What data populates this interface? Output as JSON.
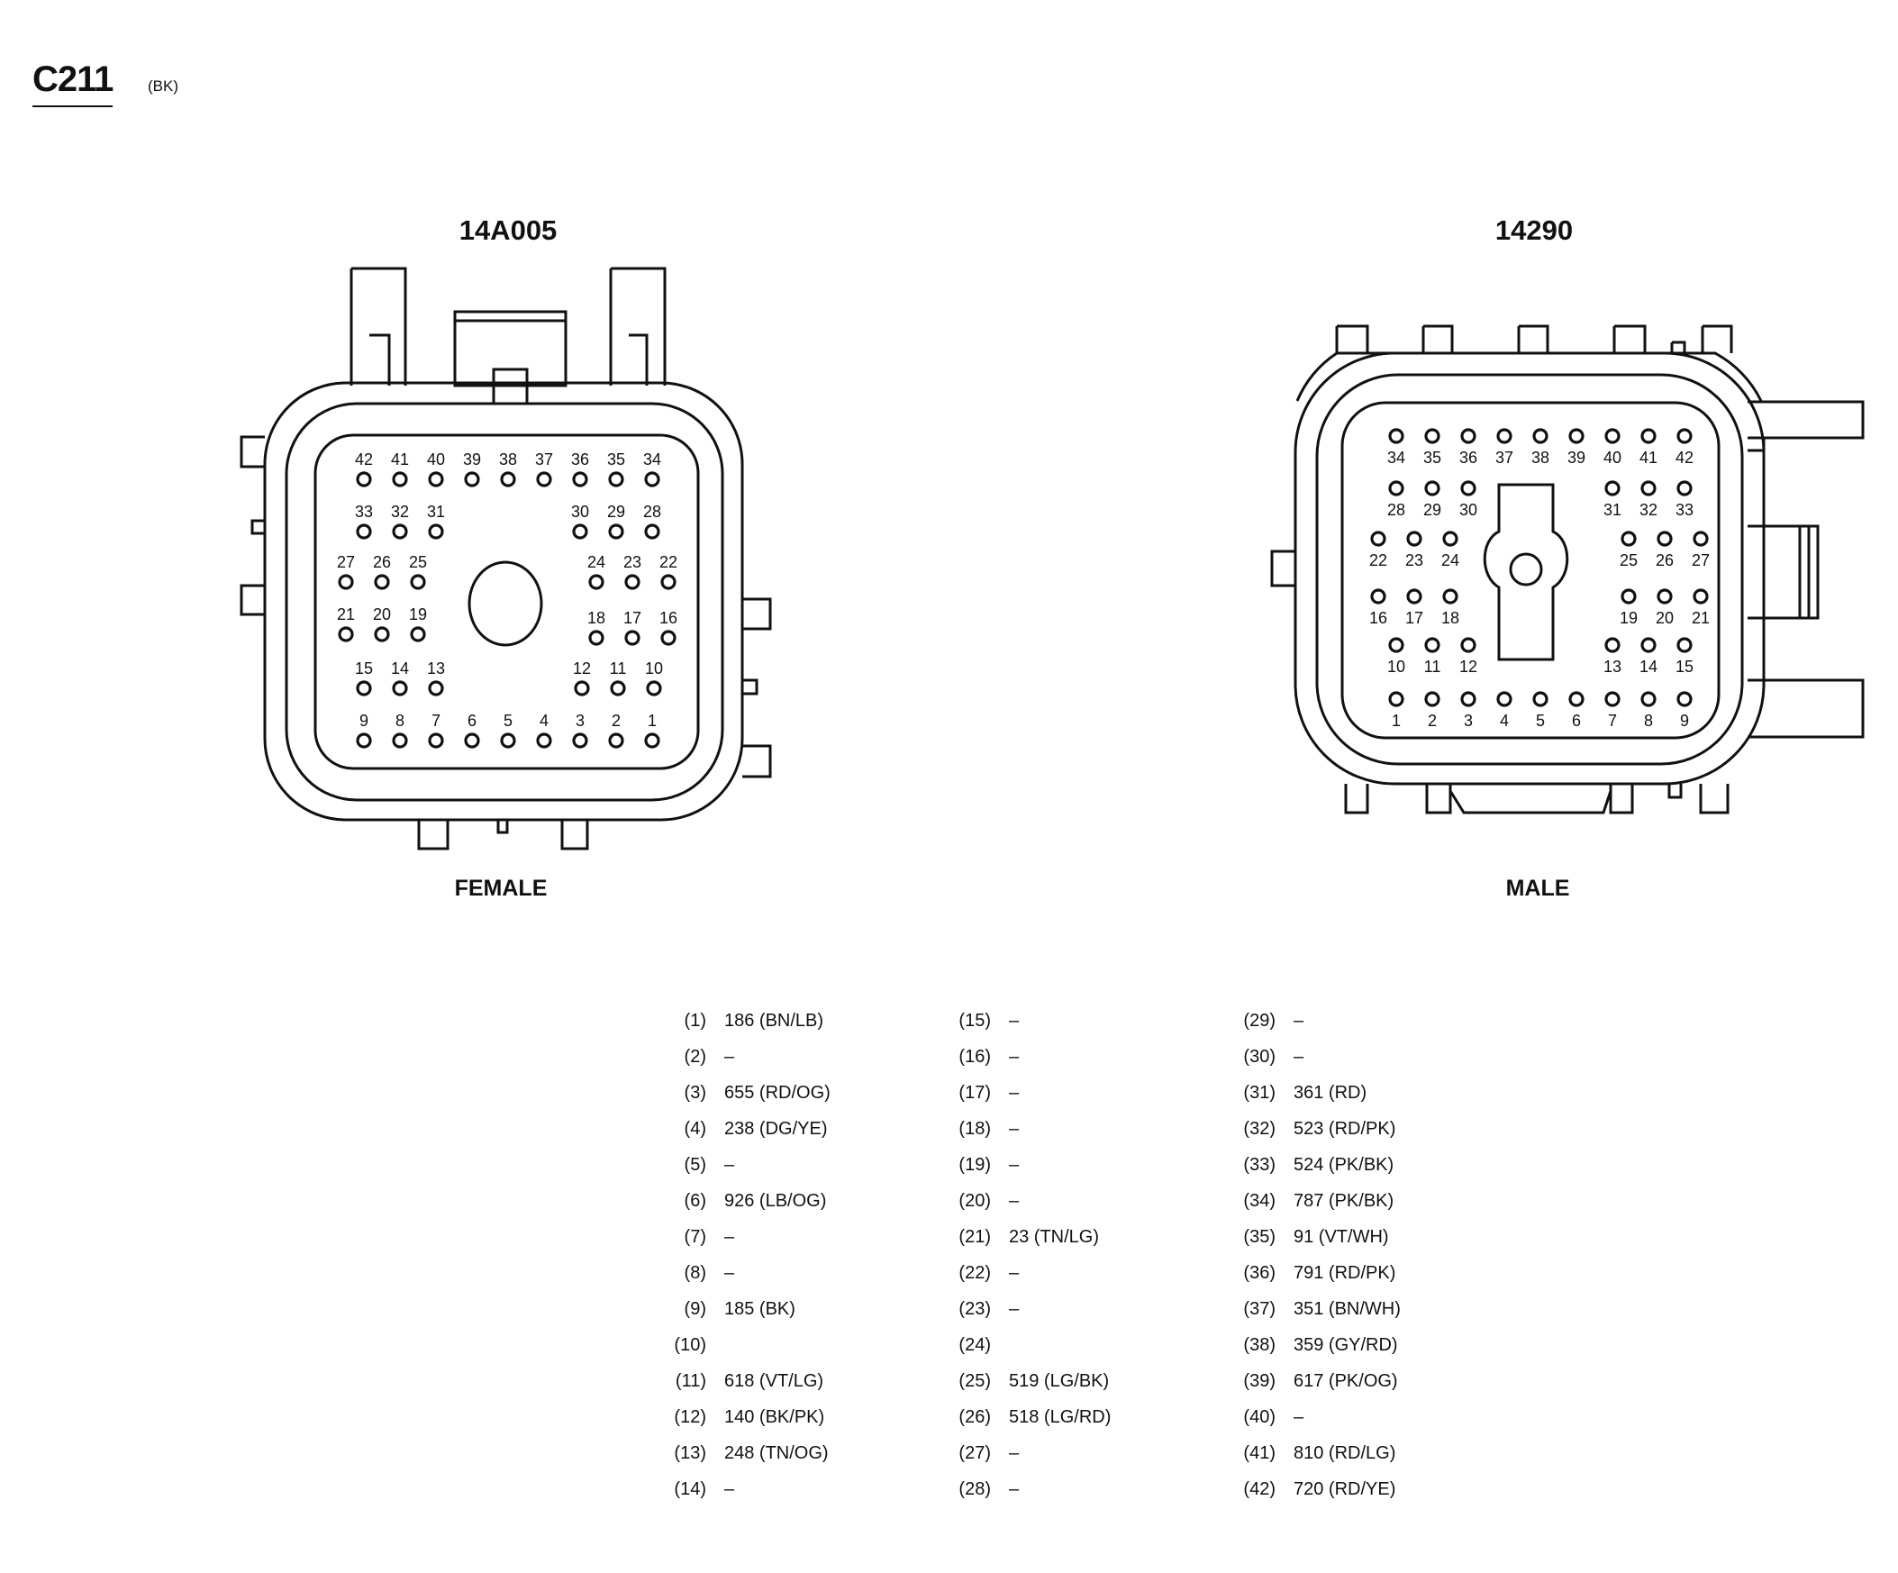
{
  "title": "C211",
  "subtitle": "(BK)",
  "left_connector": {
    "part_number": "14A005",
    "gender": "FEMALE",
    "pin_labels": [
      "1",
      "2",
      "3",
      "4",
      "5",
      "6",
      "7",
      "8",
      "9",
      "10",
      "11",
      "12",
      "13",
      "14",
      "15",
      "16",
      "17",
      "18",
      "19",
      "20",
      "21",
      "22",
      "23",
      "24",
      "25",
      "26",
      "27",
      "28",
      "29",
      "30",
      "31",
      "32",
      "33",
      "34",
      "35",
      "36",
      "37",
      "38",
      "39",
      "40",
      "41",
      "42"
    ]
  },
  "right_connector": {
    "part_number": "14290",
    "gender": "MALE",
    "pin_labels": [
      "1",
      "2",
      "3",
      "4",
      "5",
      "6",
      "7",
      "8",
      "9",
      "10",
      "11",
      "12",
      "13",
      "14",
      "15",
      "16",
      "17",
      "18",
      "19",
      "20",
      "21",
      "22",
      "23",
      "24",
      "25",
      "26",
      "27",
      "28",
      "29",
      "30",
      "31",
      "32",
      "33",
      "34",
      "35",
      "36",
      "37",
      "38",
      "39",
      "40",
      "41",
      "42"
    ]
  },
  "pin_assignments": [
    {
      "pin": "(1)",
      "circuit": "186 (BN/LB)"
    },
    {
      "pin": "(2)",
      "circuit": "–"
    },
    {
      "pin": "(3)",
      "circuit": "655 (RD/OG)"
    },
    {
      "pin": "(4)",
      "circuit": "238 (DG/YE)"
    },
    {
      "pin": "(5)",
      "circuit": "–"
    },
    {
      "pin": "(6)",
      "circuit": "926 (LB/OG)"
    },
    {
      "pin": "(7)",
      "circuit": "–"
    },
    {
      "pin": "(8)",
      "circuit": "–"
    },
    {
      "pin": "(9)",
      "circuit": "185 (BK)"
    },
    {
      "pin": "(10)",
      "circuit": ""
    },
    {
      "pin": "(11)",
      "circuit": "618 (VT/LG)"
    },
    {
      "pin": "(12)",
      "circuit": "140 (BK/PK)"
    },
    {
      "pin": "(13)",
      "circuit": "248 (TN/OG)"
    },
    {
      "pin": "(14)",
      "circuit": "–"
    },
    {
      "pin": "(15)",
      "circuit": "–"
    },
    {
      "pin": "(16)",
      "circuit": "–"
    },
    {
      "pin": "(17)",
      "circuit": "–"
    },
    {
      "pin": "(18)",
      "circuit": "–"
    },
    {
      "pin": "(19)",
      "circuit": "–"
    },
    {
      "pin": "(20)",
      "circuit": "–"
    },
    {
      "pin": "(21)",
      "circuit": "23 (TN/LG)"
    },
    {
      "pin": "(22)",
      "circuit": "–"
    },
    {
      "pin": "(23)",
      "circuit": "–"
    },
    {
      "pin": "(24)",
      "circuit": ""
    },
    {
      "pin": "(25)",
      "circuit": "519 (LG/BK)"
    },
    {
      "pin": "(26)",
      "circuit": "518 (LG/RD)"
    },
    {
      "pin": "(27)",
      "circuit": "–"
    },
    {
      "pin": "(28)",
      "circuit": "–"
    },
    {
      "pin": "(29)",
      "circuit": "–"
    },
    {
      "pin": "(30)",
      "circuit": "–"
    },
    {
      "pin": "(31)",
      "circuit": "361 (RD)"
    },
    {
      "pin": "(32)",
      "circuit": "523 (RD/PK)"
    },
    {
      "pin": "(33)",
      "circuit": "524 (PK/BK)"
    },
    {
      "pin": "(34)",
      "circuit": "787 (PK/BK)"
    },
    {
      "pin": "(35)",
      "circuit": "91 (VT/WH)"
    },
    {
      "pin": "(36)",
      "circuit": "791 (RD/PK)"
    },
    {
      "pin": "(37)",
      "circuit": "351 (BN/WH)"
    },
    {
      "pin": "(38)",
      "circuit": "359 (GY/RD)"
    },
    {
      "pin": "(39)",
      "circuit": "617 (PK/OG)"
    },
    {
      "pin": "(40)",
      "circuit": "–"
    },
    {
      "pin": "(41)",
      "circuit": "810 (RD/LG)"
    },
    {
      "pin": "(42)",
      "circuit": "720 (RD/YE)"
    }
  ]
}
